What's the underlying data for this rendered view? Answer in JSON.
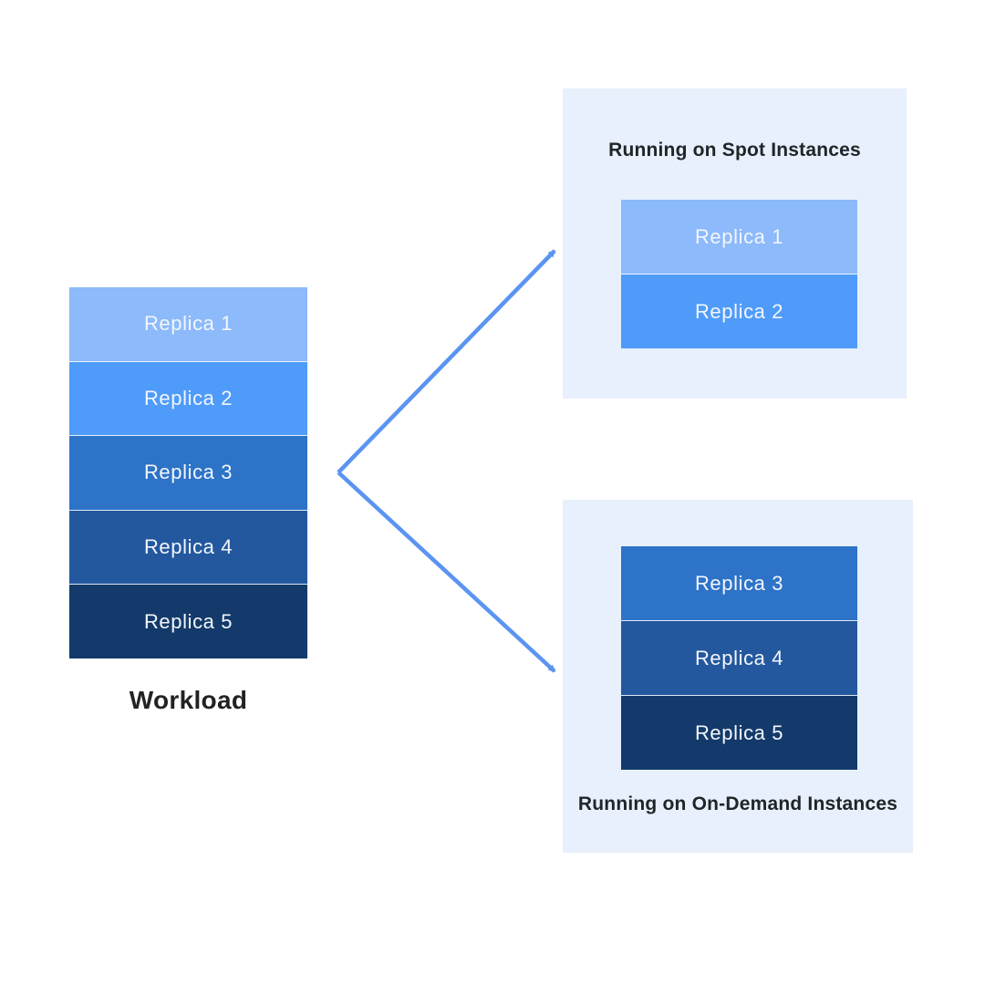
{
  "colors": {
    "page_background": "#ffffff",
    "panel_background": "#e7f0fc",
    "arrow": "#5b94f1",
    "title_text": "#212528",
    "replica_text": "#f3f6fc",
    "workload_text": "#222222"
  },
  "workload": {
    "caption": "Workload",
    "replicas": [
      {
        "label": "Replica 1",
        "color": "#8cbafb"
      },
      {
        "label": "Replica 2",
        "color": "#4f9bfa"
      },
      {
        "label": "Replica 3",
        "color": "#2d73c7"
      },
      {
        "label": "Replica 4",
        "color": "#23589e"
      },
      {
        "label": "Replica 5",
        "color": "#133a6a"
      }
    ]
  },
  "spot_panel": {
    "title": "Running on Spot Instances",
    "replicas": [
      {
        "label": "Replica 1",
        "color": "#8cbafb"
      },
      {
        "label": "Replica 2",
        "color": "#4f9bfa"
      }
    ]
  },
  "on_demand_panel": {
    "title": "Running on On-Demand Instances",
    "replicas": [
      {
        "label": "Replica 3",
        "color": "#2d73c7"
      },
      {
        "label": "Replica 4",
        "color": "#23589e"
      },
      {
        "label": "Replica 5",
        "color": "#133a6a"
      }
    ]
  }
}
